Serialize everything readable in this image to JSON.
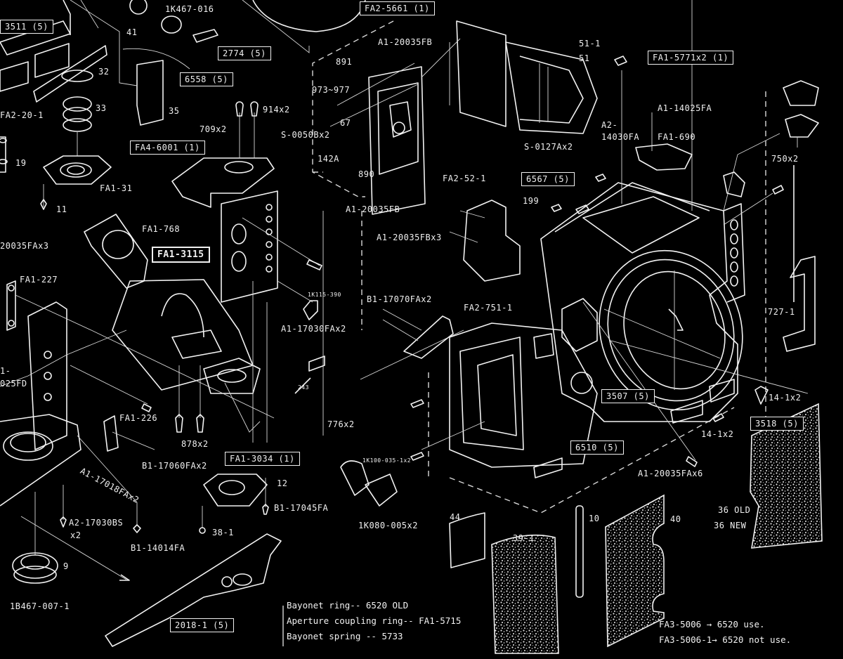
{
  "diagram": {
    "title": "Camera body exploded parts diagram",
    "colors": {
      "background": "#000000",
      "line": "#f0f0f0"
    },
    "boxed_labels": [
      {
        "id": "3511",
        "text": "3511 (5)"
      },
      {
        "id": "2774",
        "text": "2774 (5)"
      },
      {
        "id": "6558",
        "text": "6558 (5)"
      },
      {
        "id": "fa2-5661",
        "text": "FA2-5661 (1)"
      },
      {
        "id": "fa1-5771",
        "text": "FA1-5771x2 (1)"
      },
      {
        "id": "fa4-6001",
        "text": "FA4-6001 (1)"
      },
      {
        "id": "fa1-3115",
        "text": "FA1-3115"
      },
      {
        "id": "6567",
        "text": "6567 (5)"
      },
      {
        "id": "fa1-3034",
        "text": "FA1-3034 (1)"
      },
      {
        "id": "3507",
        "text": "3507 (5)"
      },
      {
        "id": "3518",
        "text": "3518 (5)"
      },
      {
        "id": "6510",
        "text": "6510 (5)"
      },
      {
        "id": "2018-1",
        "text": "2018-1 (5)"
      }
    ],
    "part_labels": [
      {
        "id": "1k467-016",
        "text": "1K467-016"
      },
      {
        "id": "41",
        "text": "41"
      },
      {
        "id": "32",
        "text": "32"
      },
      {
        "id": "33",
        "text": "33"
      },
      {
        "id": "35",
        "text": "35"
      },
      {
        "id": "fa2-20-1",
        "text": "FA2-20-1"
      },
      {
        "id": "19",
        "text": "19"
      },
      {
        "id": "fa1-31",
        "text": "FA1-31"
      },
      {
        "id": "11",
        "text": "11"
      },
      {
        "id": "709x2",
        "text": "709x2"
      },
      {
        "id": "914x2",
        "text": "914x2"
      },
      {
        "id": "s-0050b",
        "text": "S-0050Bx2"
      },
      {
        "id": "a1-20035fb-top",
        "text": "A1-20035FB"
      },
      {
        "id": "891",
        "text": "891"
      },
      {
        "id": "973-977",
        "text": "973~977"
      },
      {
        "id": "67",
        "text": "67"
      },
      {
        "id": "142a",
        "text": "142A"
      },
      {
        "id": "890",
        "text": "890"
      },
      {
        "id": "fa2-52-1",
        "text": "FA2-52-1"
      },
      {
        "id": "a1-20035fb-bottom",
        "text": "A1-20035FB"
      },
      {
        "id": "51-1",
        "text": "51-1"
      },
      {
        "id": "51",
        "text": "51"
      },
      {
        "id": "s-0127a",
        "text": "S-0127Ax2"
      },
      {
        "id": "a1-14025fa",
        "text": "A1-14025FA"
      },
      {
        "id": "a2",
        "text": "A2-"
      },
      {
        "id": "14030fa",
        "text": "14030FA"
      },
      {
        "id": "fa1-690",
        "text": "FA1-690"
      },
      {
        "id": "750x2",
        "text": "750x2"
      },
      {
        "id": "199",
        "text": "199"
      },
      {
        "id": "a1-20035fbx3",
        "text": "A1-20035FBx3"
      },
      {
        "id": "20035fax3",
        "text": "20035FAx3"
      },
      {
        "id": "fa1-768",
        "text": "FA1-768"
      },
      {
        "id": "fa1-227",
        "text": "FA1-227"
      },
      {
        "id": "1k115-390",
        "text": "1K115-390"
      },
      {
        "id": "a1-17030fax2",
        "text": "A1-17030FAx2"
      },
      {
        "id": "b1-17070fax2",
        "text": "B1-17070FAx2"
      },
      {
        "id": "fa2-751-1",
        "text": "FA2-751-1"
      },
      {
        "id": "727-1",
        "text": "727-1"
      },
      {
        "id": "1-",
        "text": "1-"
      },
      {
        "id": "025fd",
        "text": "025FD"
      },
      {
        "id": "243",
        "text": "243"
      },
      {
        "id": "fa1-226",
        "text": "FA1-226"
      },
      {
        "id": "878x2",
        "text": "878x2"
      },
      {
        "id": "776x2",
        "text": "776x2"
      },
      {
        "id": "14-1x2-a",
        "text": "14-1x2"
      },
      {
        "id": "14-1x2-b",
        "text": "14-1x2"
      },
      {
        "id": "b1-17060fax2",
        "text": "B1-17060FAx2"
      },
      {
        "id": "a1-17018fax2",
        "text": "A1-17018FAx2"
      },
      {
        "id": "12",
        "text": "12"
      },
      {
        "id": "1k100-035",
        "text": "1K100-035-1x2"
      },
      {
        "id": "b1-17045fa",
        "text": "B1-17045FA"
      },
      {
        "id": "a1-20035fax6",
        "text": "A1-20035FAx6"
      },
      {
        "id": "a2-17030bs",
        "text": "A2-17030BS"
      },
      {
        "id": "x2",
        "text": "x2"
      },
      {
        "id": "38-1",
        "text": "38-1"
      },
      {
        "id": "1k080-005",
        "text": "1K080-005x2"
      },
      {
        "id": "b1-14014fa",
        "text": "B1-14014FA"
      },
      {
        "id": "9",
        "text": "9"
      },
      {
        "id": "44",
        "text": "44"
      },
      {
        "id": "39-1",
        "text": "39-1"
      },
      {
        "id": "10",
        "text": "10"
      },
      {
        "id": "40",
        "text": "40"
      },
      {
        "id": "36-old",
        "text": "36 OLD"
      },
      {
        "id": "36-new",
        "text": "36 NEW"
      },
      {
        "id": "1b467-007-1",
        "text": "1B467-007-1"
      }
    ],
    "notes_left": [
      "Bayonet ring-- 6520 OLD",
      "Aperture coupling ring-- FA1-5715",
      "Bayonet spring -- 5733"
    ],
    "notes_right": [
      "FA3-5006   → 6520 use.",
      "FA3-5006-1→ 6520 not use."
    ]
  }
}
